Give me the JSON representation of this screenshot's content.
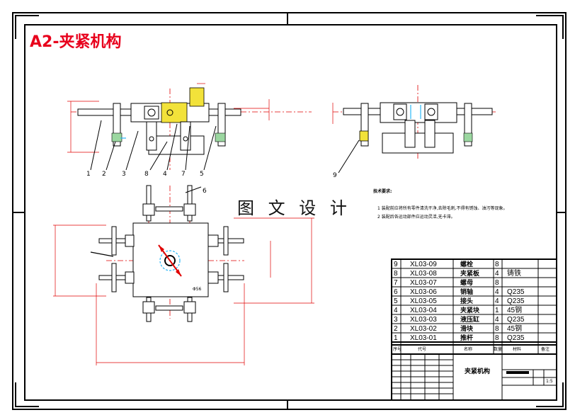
{
  "sheet": {
    "title": "A2-夹紧机构",
    "watermark": "图 文 设 计"
  },
  "balloons": [
    "1",
    "2",
    "3",
    "8",
    "4",
    "7",
    "5",
    "9",
    "6"
  ],
  "dimensions": {
    "phi": "Φ56"
  },
  "notes": {
    "heading": "技术要求:",
    "line1": "1 装配前应将所有零件清洗干净,去除毛刺,不得有锈蚀、油污等现象。",
    "line2": "2 装配后各运动部件应运动灵活,无卡滞。"
  },
  "bom": {
    "rows": [
      {
        "no": "9",
        "code": "XL03-09",
        "name": "螺栓",
        "qty": "8",
        "mat": "",
        "note": ""
      },
      {
        "no": "8",
        "code": "XL03-08",
        "name": "夹紧板",
        "qty": "4",
        "mat": "铸铁",
        "note": ""
      },
      {
        "no": "7",
        "code": "XL03-07",
        "name": "螺母",
        "qty": "8",
        "mat": "",
        "note": ""
      },
      {
        "no": "6",
        "code": "XL03-06",
        "name": "销轴",
        "qty": "4",
        "mat": "Q235",
        "note": ""
      },
      {
        "no": "5",
        "code": "XL03-05",
        "name": "接头",
        "qty": "4",
        "mat": "Q235",
        "note": ""
      },
      {
        "no": "4",
        "code": "XL03-04",
        "name": "夹紧块",
        "qty": "1",
        "mat": "45钢",
        "note": ""
      },
      {
        "no": "3",
        "code": "XL03-03",
        "name": "液压缸",
        "qty": "4",
        "mat": "Q235",
        "note": ""
      },
      {
        "no": "2",
        "code": "XL03-02",
        "name": "滑块",
        "qty": "8",
        "mat": "45钢",
        "note": ""
      },
      {
        "no": "1",
        "code": "XL03-01",
        "name": "推杆",
        "qty": "8",
        "mat": "Q235",
        "note": ""
      }
    ],
    "header": {
      "no": "序号",
      "code": "代号",
      "name": "名称",
      "qty": "数量",
      "mat": "材料",
      "note": "备注"
    }
  },
  "title_block": {
    "drawing_name": "夹紧机构",
    "scale": "1:5"
  }
}
